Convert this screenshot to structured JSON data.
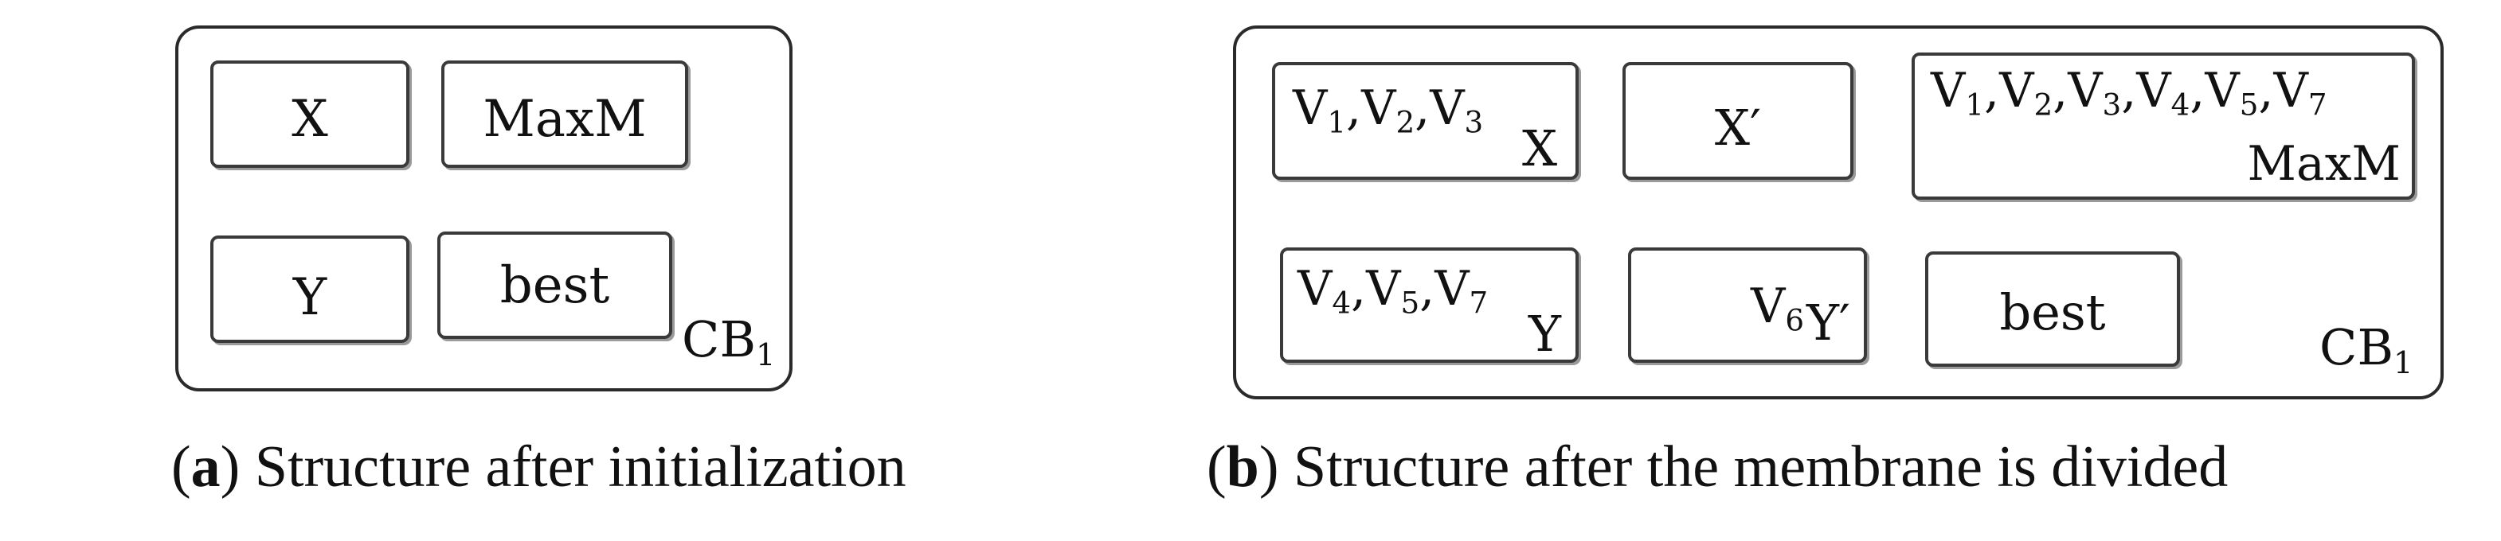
{
  "panel_a": {
    "boxes": {
      "x": "X",
      "maxm": "MaxM",
      "y": "Y",
      "best": "best"
    },
    "membrane": {
      "base": "CB",
      "sub": "1"
    },
    "caption": {
      "letter": "a",
      "text": "Structure after initialization"
    }
  },
  "panel_b": {
    "x_box": {
      "vars": [
        {
          "v": "V",
          "s": "1"
        },
        {
          "v": "V",
          "s": "2"
        },
        {
          "v": "V",
          "s": "3"
        }
      ],
      "label": "X"
    },
    "x_prime": "X′",
    "maxm_box": {
      "vars": [
        {
          "v": "V",
          "s": "1"
        },
        {
          "v": "V",
          "s": "2"
        },
        {
          "v": "V",
          "s": "3"
        },
        {
          "v": "V",
          "s": "4"
        },
        {
          "v": "V",
          "s": "5"
        },
        {
          "v": "V",
          "s": "7"
        }
      ],
      "label": "MaxM"
    },
    "y_box": {
      "vars": [
        {
          "v": "V",
          "s": "4"
        },
        {
          "v": "V",
          "s": "5"
        },
        {
          "v": "V",
          "s": "7"
        }
      ],
      "label": "Y"
    },
    "y_prime": {
      "var": {
        "v": "V",
        "s": "6"
      },
      "label": "Y′"
    },
    "best": "best",
    "membrane": {
      "base": "CB",
      "sub": "1"
    },
    "caption": {
      "letter": "b",
      "text": "Structure after the membrane is divided"
    }
  }
}
